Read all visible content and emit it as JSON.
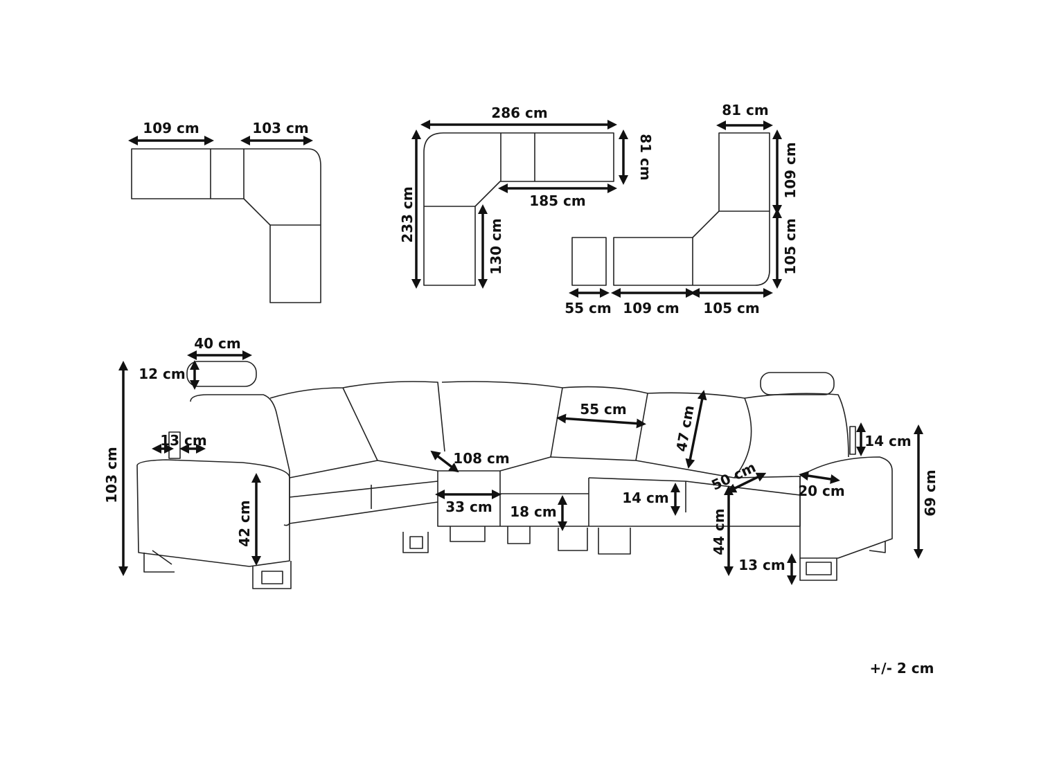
{
  "plan_a": {
    "w1": "109 cm",
    "w2": "103 cm"
  },
  "plan_b": {
    "total_width": "286 cm",
    "depth_top": "81 cm",
    "total_depth": "233 cm",
    "inner_top": "185 cm",
    "inner_side": "130 cm"
  },
  "plan_c": {
    "top_width": "81 cm",
    "upper_height": "109 cm",
    "lower_height": "105 cm",
    "ottoman": "55 cm",
    "mid": "109 cm",
    "corner": "105 cm"
  },
  "elevation": {
    "headrest_width": "40 cm",
    "headrest_height": "12 cm",
    "total_height": "103 cm",
    "armrest_width": "13 cm",
    "seat_height": "42 cm",
    "seat_depth": "108 cm",
    "front_panel": "33 cm",
    "cushion_thickness": "18 cm",
    "back_width": "55 cm",
    "back_height": "47 cm",
    "seat_cushion": "14 cm",
    "seat_diagonal": "50 cm",
    "headrest_adjust": "14 cm",
    "seat_from_floor": "44 cm",
    "leg_height": "13 cm",
    "arm_width": "20 cm",
    "arm_height": "69 cm"
  },
  "footer": {
    "tolerance": "+/- 2 cm"
  }
}
